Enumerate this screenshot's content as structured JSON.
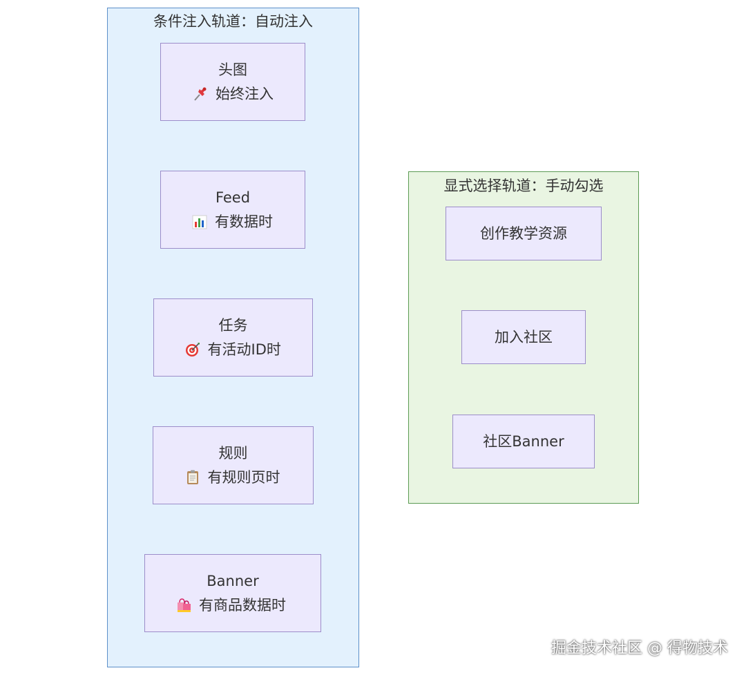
{
  "auto_track": {
    "title": "条件注入轨道：自动注入",
    "nodes": [
      {
        "name": "头图",
        "emoji": "pin-icon",
        "condition": "始终注入"
      },
      {
        "name": "Feed",
        "emoji": "bar-chart-icon",
        "condition": "有数据时"
      },
      {
        "name": "任务",
        "emoji": "target-icon",
        "condition": "有活动ID时"
      },
      {
        "name": "规则",
        "emoji": "clipboard-icon",
        "condition": "有规则页时"
      },
      {
        "name": "Banner",
        "emoji": "shopping-bags-icon",
        "condition": "有商品数据时"
      }
    ]
  },
  "manual_track": {
    "title": "显式选择轨道：手动勾选",
    "nodes": [
      {
        "name": "创作教学资源"
      },
      {
        "name": "加入社区"
      },
      {
        "name": "社区Banner"
      }
    ]
  },
  "watermark": "掘金技术社区 @ 得物技术",
  "colors": {
    "auto_track_fill": "#e3f1fd",
    "auto_track_border": "#5b8fc9",
    "manual_track_fill": "#e9f5e2",
    "manual_track_border": "#5a9a52",
    "node_fill": "#ece9fd",
    "node_border": "#9b8cc9"
  }
}
